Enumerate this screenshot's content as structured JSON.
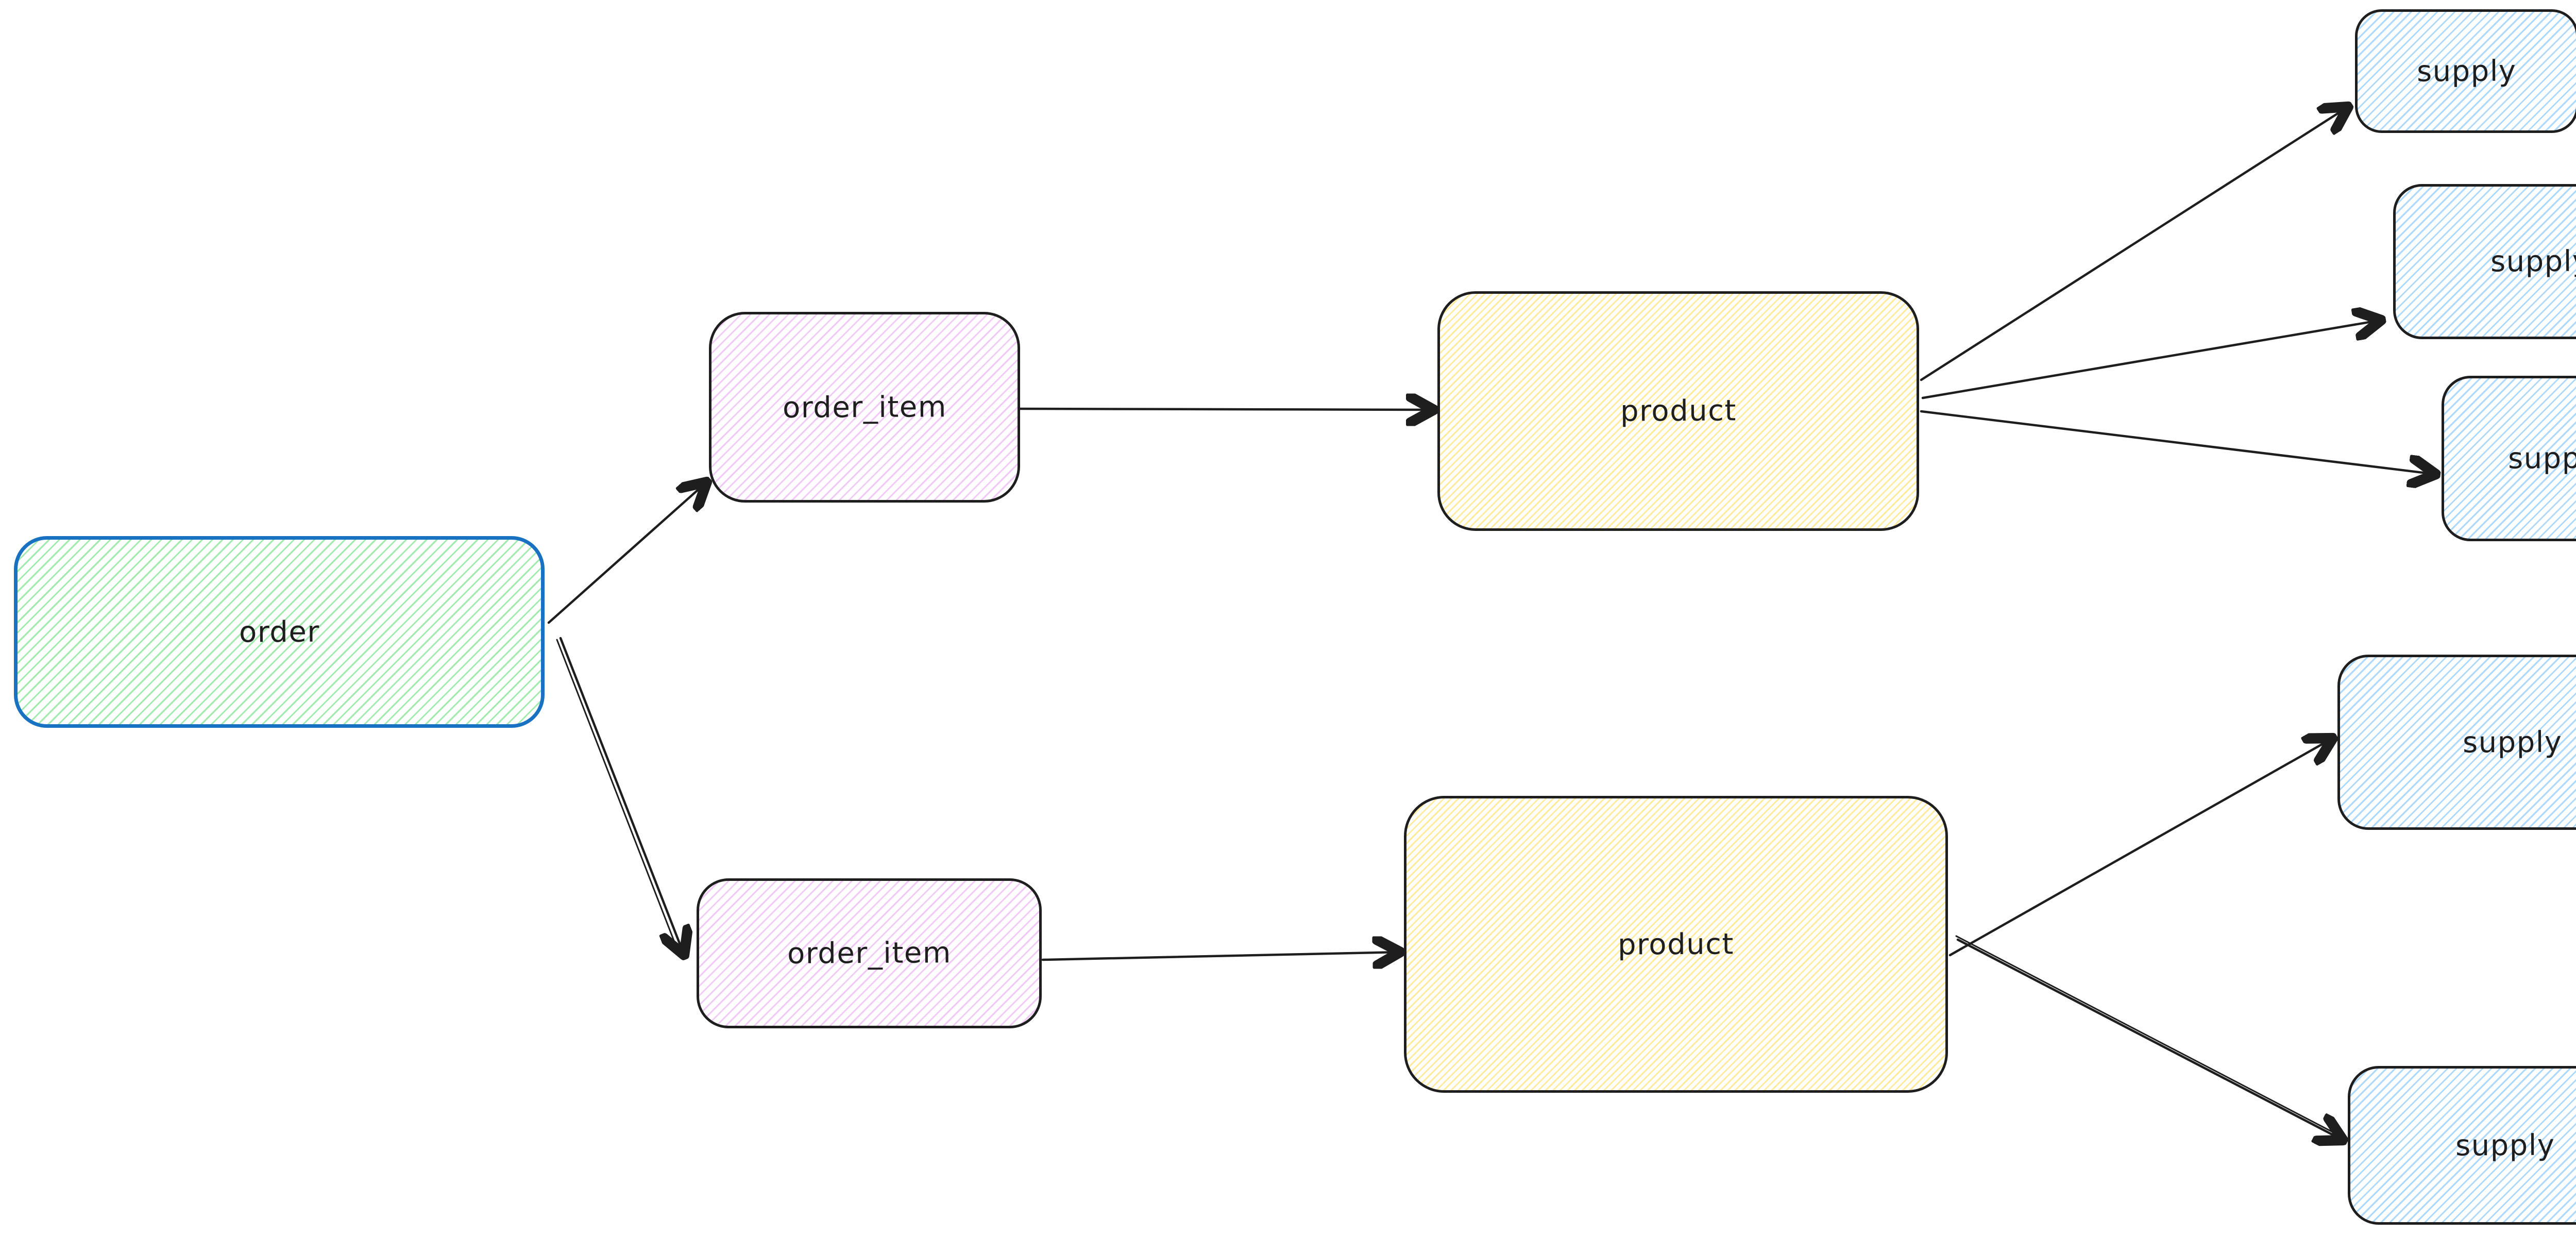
{
  "diagram": {
    "type": "flow-diagram",
    "style": "hand-drawn-sketch",
    "background": "#ffffff",
    "stroke_color": "#1e1e1e",
    "palette": {
      "order_border": "#1971c2",
      "green_hachure": "#96e8a5",
      "violet_hachure": "#f0c6f5",
      "yellow_hachure": "#ffe78c",
      "blue_hachure": "#a8d6fb"
    },
    "nodes": [
      {
        "id": "order",
        "label": "order",
        "fill": "green"
      },
      {
        "id": "order_item_1",
        "label": "order_item",
        "fill": "violet"
      },
      {
        "id": "order_item_2",
        "label": "order_item",
        "fill": "violet"
      },
      {
        "id": "product_1",
        "label": "product",
        "fill": "yellow"
      },
      {
        "id": "product_2",
        "label": "product",
        "fill": "yellow"
      },
      {
        "id": "supply_1",
        "label": "supply",
        "fill": "blue"
      },
      {
        "id": "supply_2",
        "label": "supply",
        "fill": "blue"
      },
      {
        "id": "supply_3",
        "label": "supply",
        "fill": "blue"
      },
      {
        "id": "supply_4",
        "label": "supply",
        "fill": "blue"
      },
      {
        "id": "supply_5",
        "label": "supply",
        "fill": "blue"
      }
    ],
    "edges": [
      {
        "from": "order",
        "to": "order_item_1"
      },
      {
        "from": "order",
        "to": "order_item_2"
      },
      {
        "from": "order_item_1",
        "to": "product_1"
      },
      {
        "from": "order_item_2",
        "to": "product_2"
      },
      {
        "from": "product_1",
        "to": "supply_1"
      },
      {
        "from": "product_1",
        "to": "supply_2"
      },
      {
        "from": "product_1",
        "to": "supply_3"
      },
      {
        "from": "product_2",
        "to": "supply_4"
      },
      {
        "from": "product_2",
        "to": "supply_5"
      }
    ]
  }
}
